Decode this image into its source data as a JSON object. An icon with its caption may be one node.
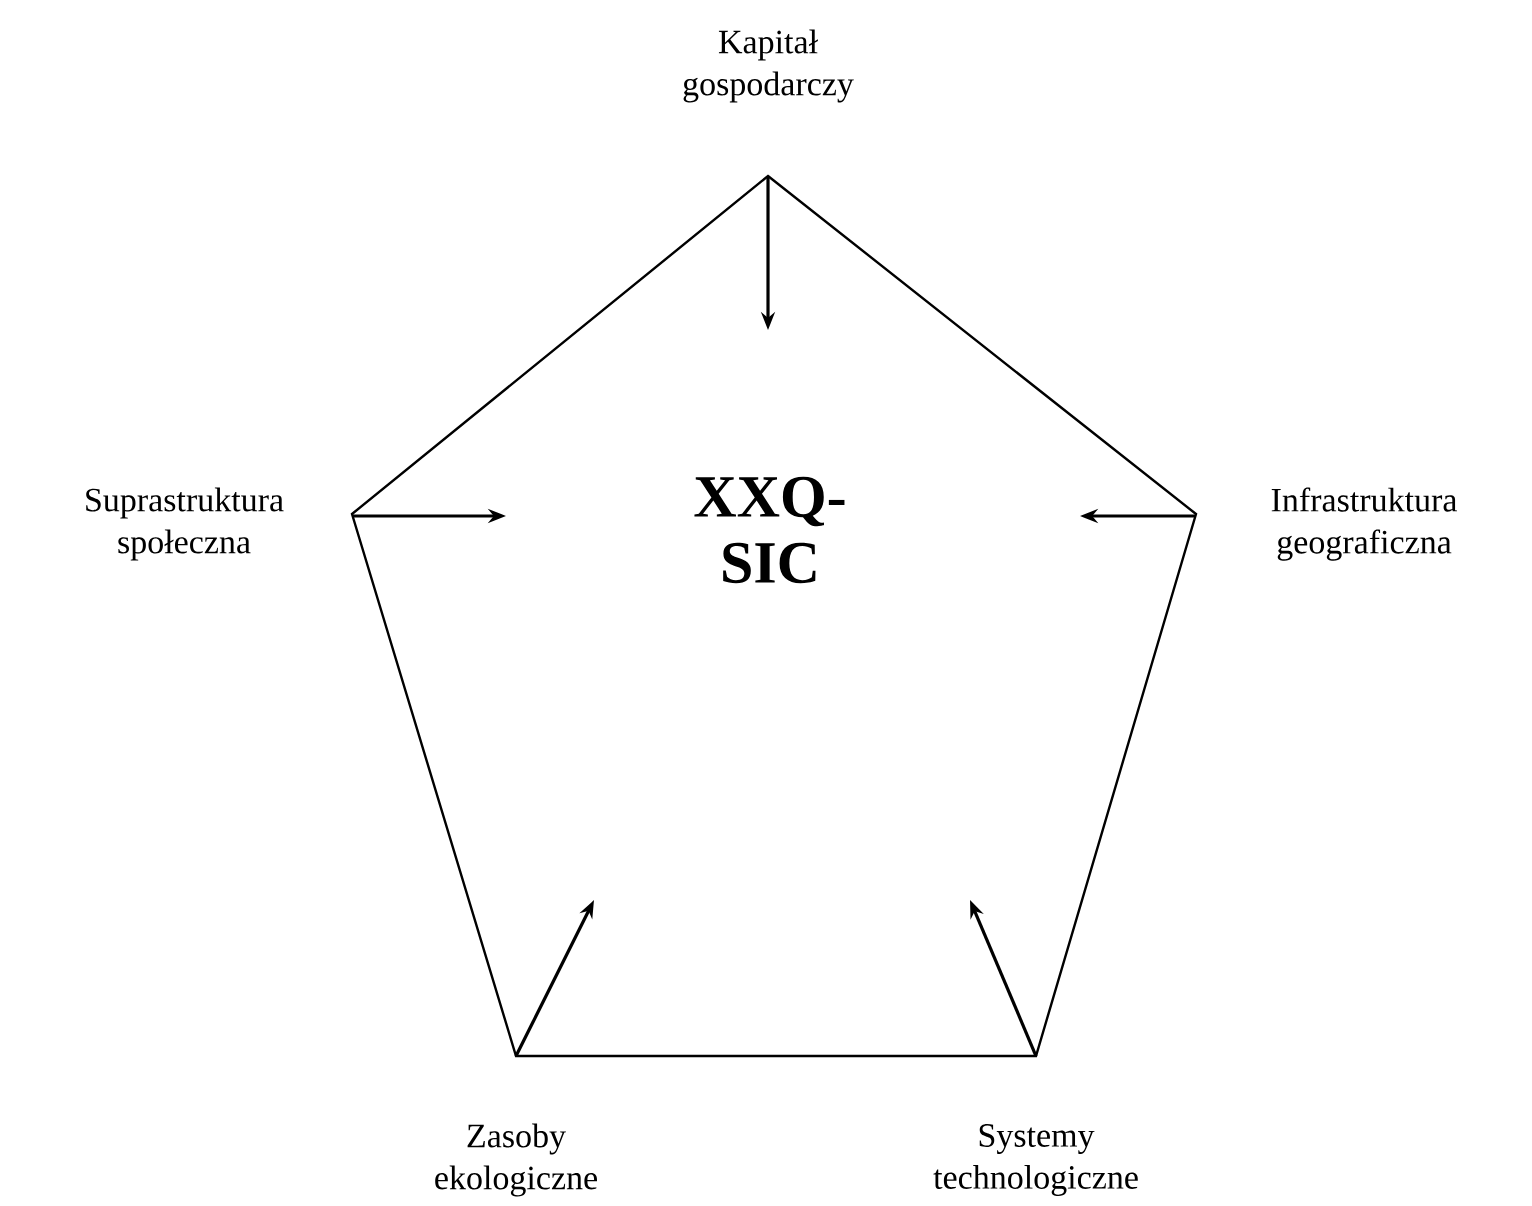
{
  "diagram": {
    "nodes": [
      {
        "text": [
          "XXQ-SIC"
        ]
      },
      {
        "text": [
          "Kapitał gospodarczy"
        ]
      },
      {
        "text": [
          "Suprastruktura społeczna"
        ]
      },
      {
        "text": [
          "Infrastruktura geograficzna"
        ]
      },
      {
        "text": [
          "Zasoby ekologiczne"
        ]
      },
      {
        "text": [
          "Systemy technologiczne"
        ]
      }
    ]
  }
}
